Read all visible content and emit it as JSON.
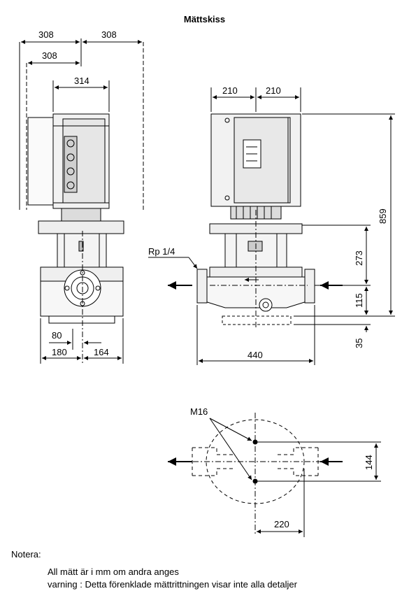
{
  "title": "Mättskiss",
  "dimensions": {
    "front_left_total": "308",
    "front_right_total": "308",
    "front_left_inner": "308",
    "motor_width": "314",
    "side_left": "210",
    "side_right": "210",
    "height_total": "859",
    "height_upper": "273",
    "height_flange": "115",
    "height_base": "35",
    "port_length": "440",
    "base_offset": "80",
    "base_left": "180",
    "base_right": "164",
    "foot_spacing": "144",
    "foot_length": "220",
    "thread": "Rp 1/4",
    "bolt": "M16"
  },
  "notes": {
    "heading": "Notera:",
    "line1": "All mätt är i mm om andra anges",
    "line2": "varning : Detta förenklade mättrittningen visar inte alla detaljer"
  }
}
